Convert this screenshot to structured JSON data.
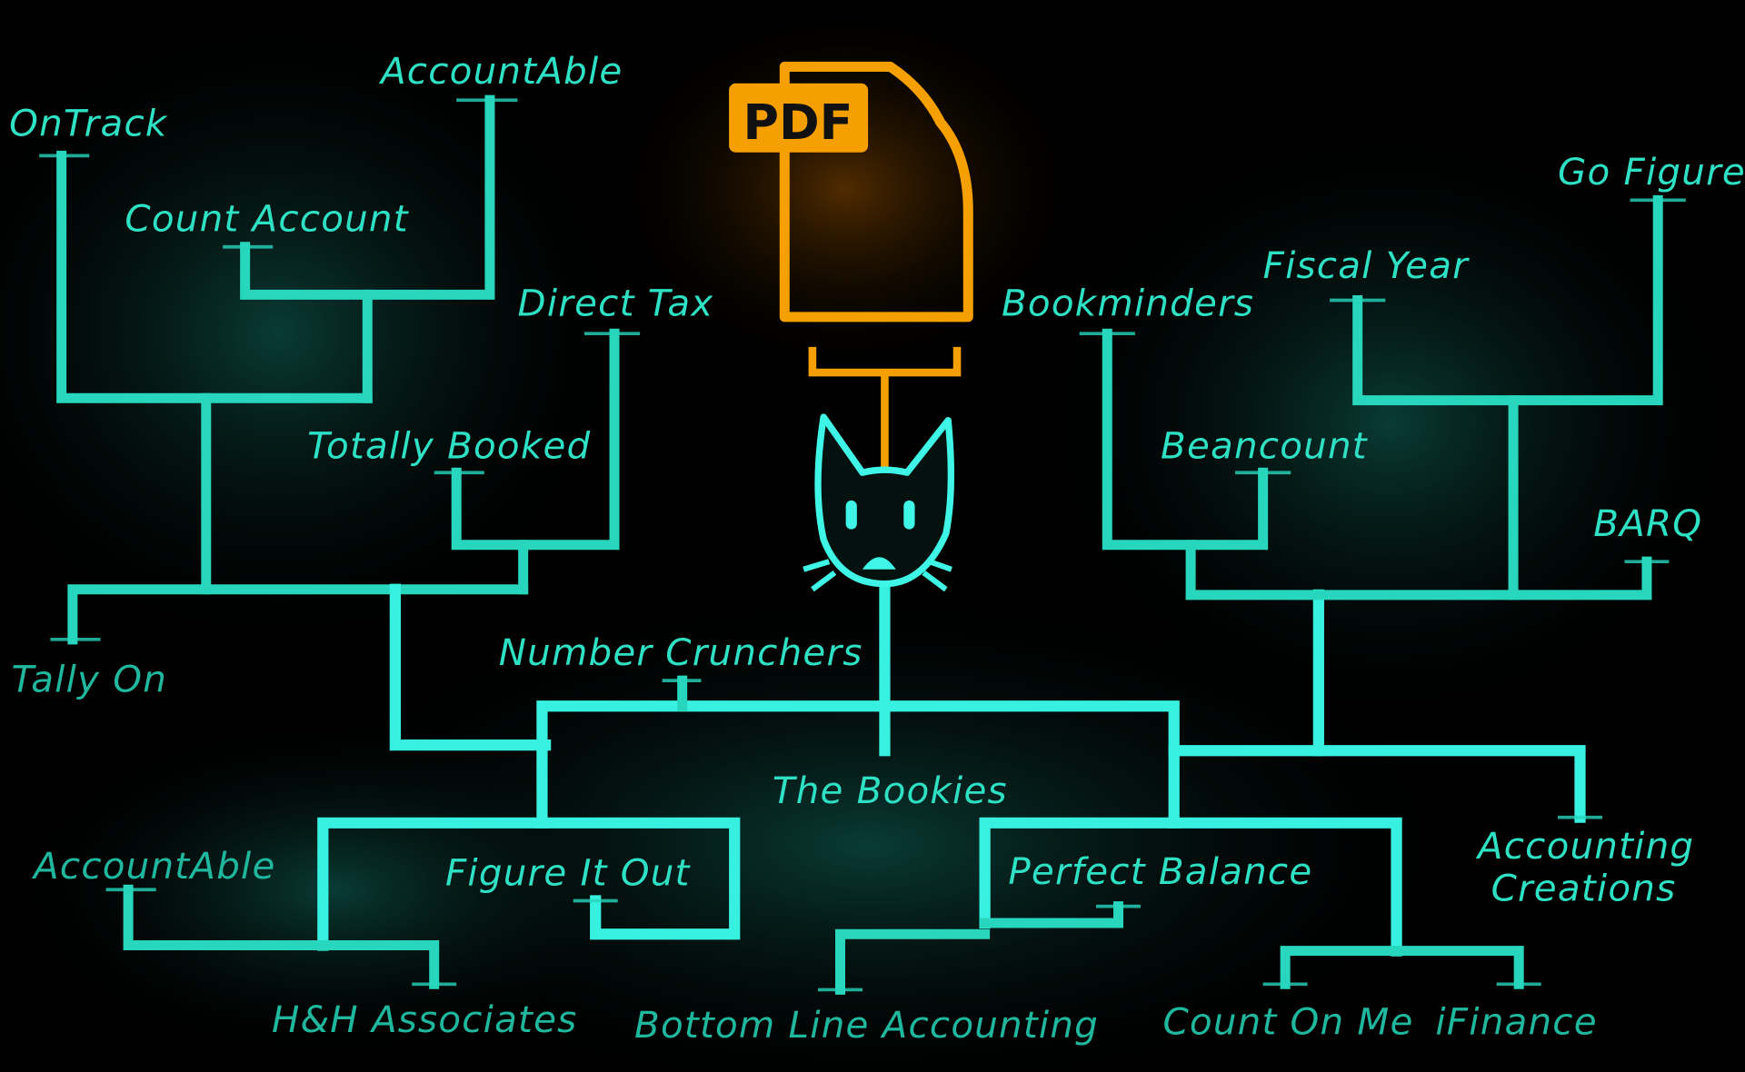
{
  "title": "Accounting firm family tree",
  "colors": {
    "accent": "#2ee0c4",
    "pdf": "#f5a000",
    "background": "#000000"
  },
  "pdf_label": "PDF",
  "nodes": {
    "accountable_top": "AccountAble",
    "ontrack": "OnTrack",
    "count_account": "Count Account",
    "direct_tax": "Direct Tax",
    "totally_booked": "Totally Booked",
    "tally_on": "Tally On",
    "number_crunchers": "Number Crunchers",
    "the_bookies": "The Bookies",
    "accountable_bottom": "AccountAble",
    "figure_it_out": "Figure It Out",
    "hh_associates": "H&H Associates",
    "bottom_line": "Bottom Line Accounting",
    "perfect_balance": "Perfect Balance",
    "count_on_me": "Count On Me",
    "ifinance": "iFinance",
    "accounting_creations_1": "Accounting",
    "accounting_creations_2": "Creations",
    "barq": "BARQ",
    "go_figure": "Go Figure",
    "fiscal_year": "Fiscal Year",
    "bookminders": "Bookminders",
    "beancount": "Beancount"
  }
}
